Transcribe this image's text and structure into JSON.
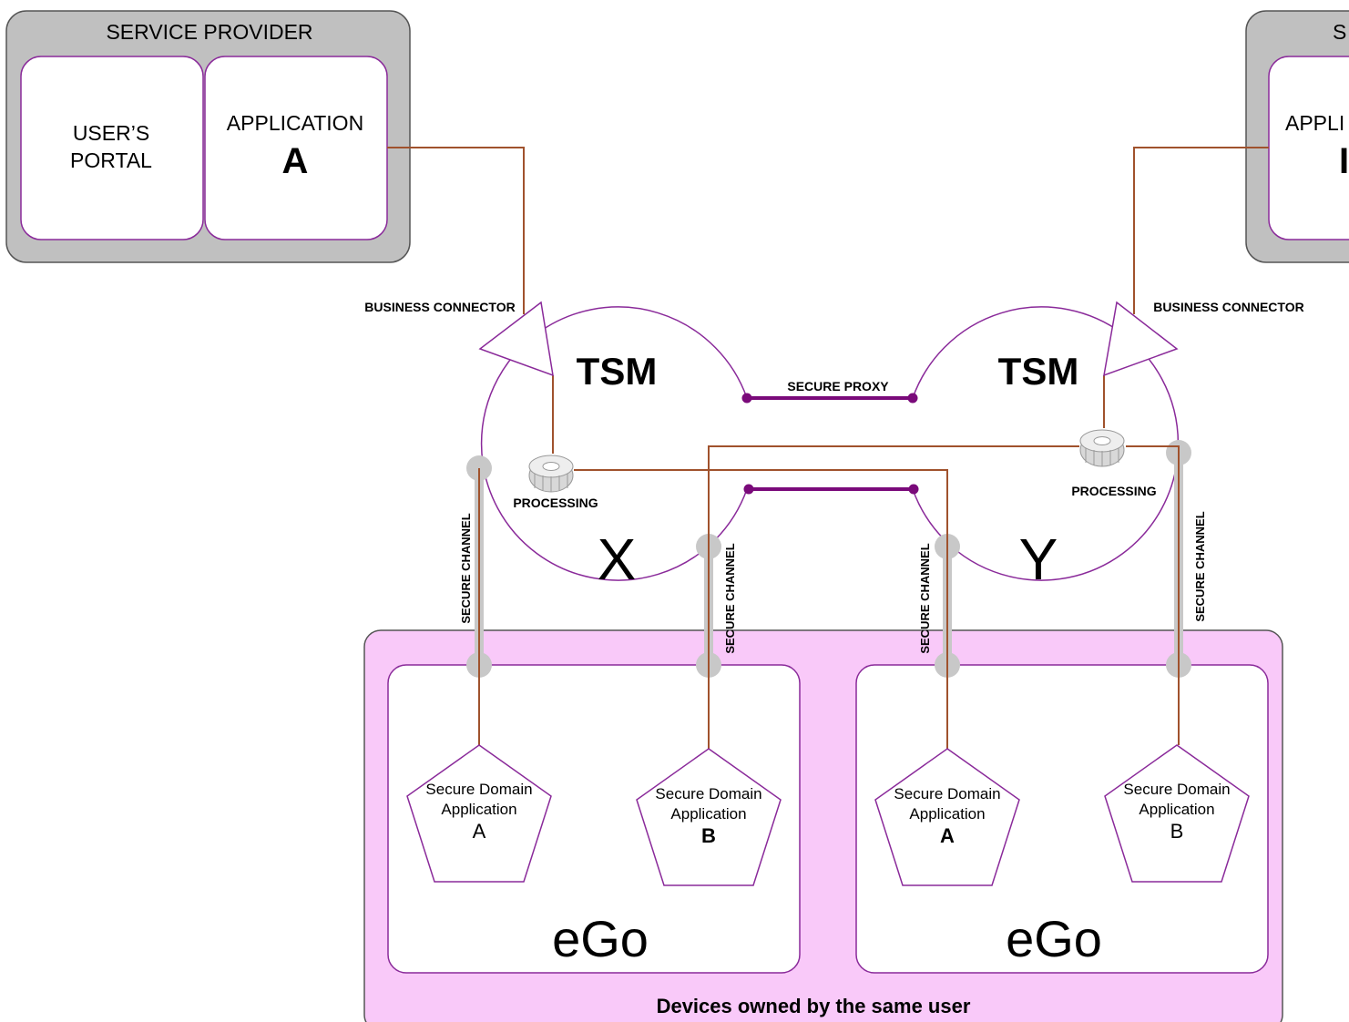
{
  "colors": {
    "provider_fill": "#c0c0c0",
    "provider_border": "#555555",
    "box_border": "#8a2a9a",
    "connector": "#a0522d",
    "proxy": "#7a0a7a",
    "channel": "#c8c8c8",
    "devices_fill": "#f9c9f9",
    "ego_border": "#8a2a9a"
  },
  "left_provider": {
    "title": "SERVICE PROVIDER",
    "portal_line1": "USER’S",
    "portal_line2": "PORTAL",
    "app_label": "APPLICATION",
    "app_letter": "A"
  },
  "right_provider": {
    "title": "S",
    "app_label": "APPLI",
    "app_letter": "I"
  },
  "business_connector_left": "BUSINESS CONNECTOR",
  "business_connector_right": "BUSINESS CONNECTOR",
  "tsm_left": {
    "title": "TSM",
    "letter": "X",
    "processing": "PROCESSING"
  },
  "tsm_right": {
    "title": "TSM",
    "letter": "Y",
    "processing": "PROCESSING"
  },
  "secure_proxy": "SECURE PROXY",
  "secure_channel": "SECURE CHANNEL",
  "devices_caption": "Devices owned by the same user",
  "ego_label": "eGo",
  "sda_line1": "Secure Domain",
  "sda_line2": "Application",
  "sda_letters": [
    "A",
    "B",
    "A",
    "B"
  ]
}
